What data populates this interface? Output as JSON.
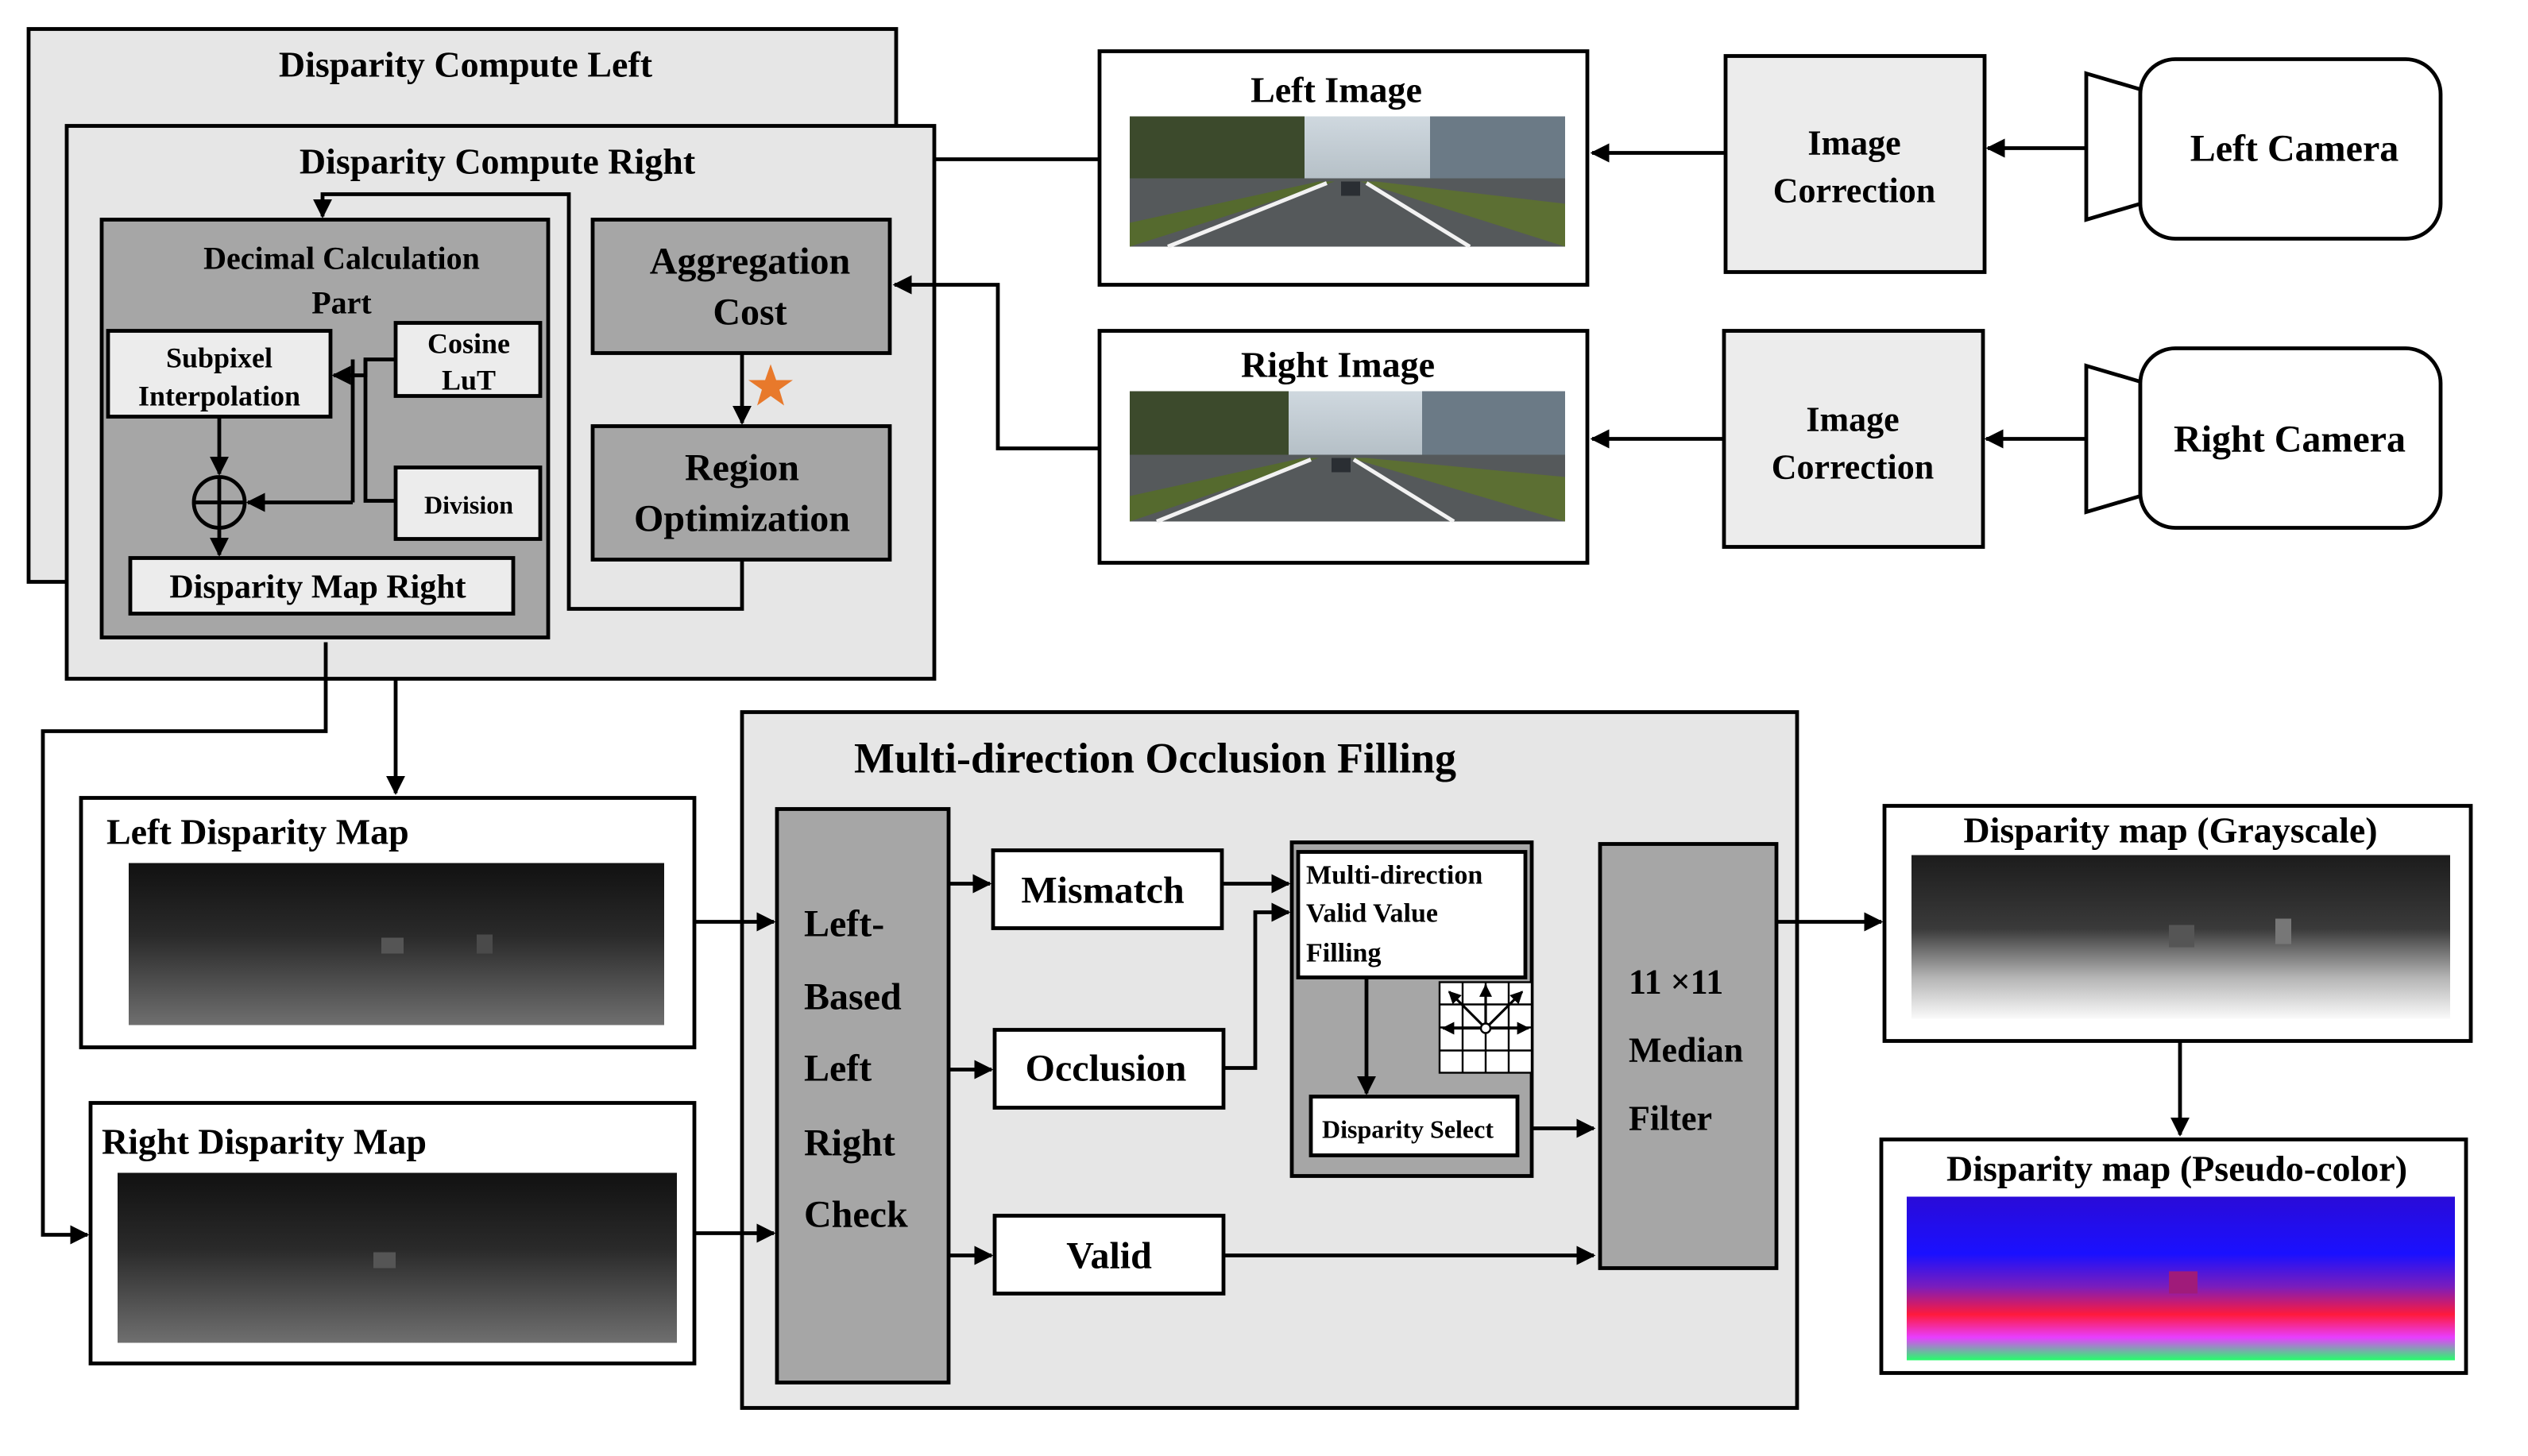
{
  "labels": {
    "disparity_compute_left": "Disparity Compute Left",
    "disparity_compute_right": "Disparity Compute Right",
    "decimal_calc_line1": "Decimal Calculation",
    "decimal_calc_line2": "Part",
    "subpixel_line1": "Subpixel",
    "subpixel_line2": "Interpolation",
    "cosine_line1": "Cosine",
    "cosine_line2": "LuT",
    "division": "Division",
    "disparity_map_right": "Disparity Map Right",
    "aggregation_line1": "Aggregation",
    "aggregation_line2": "Cost",
    "region_line1": "Region",
    "region_line2": "Optimization",
    "left_image": "Left Image",
    "right_image": "Right Image",
    "image_correction_line1": "Image",
    "image_correction_line2": "Correction",
    "left_camera": "Left Camera",
    "right_camera": "Right Camera",
    "left_disparity_map": "Left Disparity Map",
    "right_disparity_map": "Right Disparity Map",
    "mdof_title": "Multi-direction Occlusion Filling",
    "lrc_lines": [
      "Left-",
      "Based",
      "Left",
      "Right",
      "Check"
    ],
    "mismatch": "Mismatch",
    "occlusion": "Occlusion",
    "valid": "Valid",
    "mvvf_lines": [
      "Multi-direction",
      "Valid Value",
      "Filling"
    ],
    "disparity_select": "Disparity Select",
    "median_lines": [
      "11 ×11",
      "Median",
      "Filter"
    ],
    "grayscale_title": "Disparity map (Grayscale)",
    "pseudocolor_title": "Disparity map (Pseudo-color)"
  },
  "colors": {
    "outer_panel": "#e6e6e6",
    "inner_block": "#bdbdbd",
    "module_block": "#a6a6a6",
    "light_box": "#ececec",
    "white_box": "#ffffff",
    "star": "#e8792b"
  },
  "icons": {
    "star": "star-icon",
    "adder": "circle-plus-icon",
    "direction_grid": "direction-grid-icon",
    "camera": "camera-icon"
  }
}
